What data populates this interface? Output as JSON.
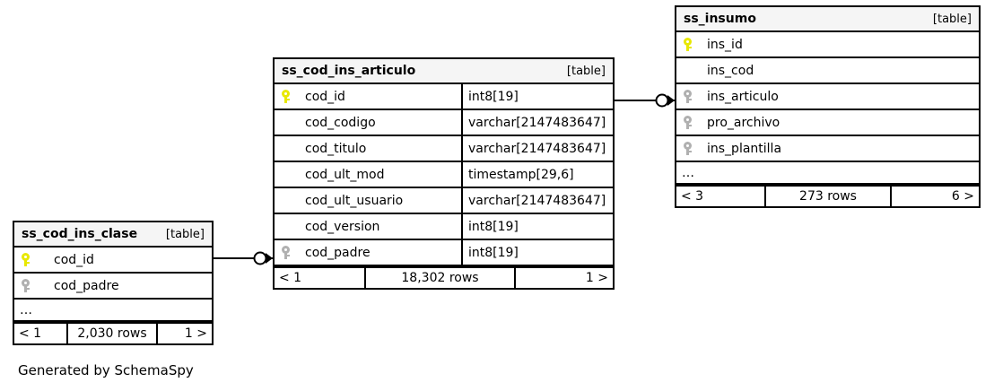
{
  "diagram": {
    "generator_note": "Generated by SchemaSpy",
    "table_tag": "[table]",
    "ellipsis": "…"
  },
  "tables": [
    {
      "id": "ss_cod_ins_clase",
      "name": "ss_cod_ins_clase",
      "tag": "[table]",
      "columns": [
        {
          "name": "cod_id",
          "key": "primary",
          "type": ""
        },
        {
          "name": "cod_padre",
          "key": "foreign",
          "type": ""
        }
      ],
      "has_more": true,
      "more_label": "…",
      "footer": {
        "left": "< 1",
        "middle": "2,030 rows",
        "right": "1 >"
      }
    },
    {
      "id": "ss_cod_ins_articulo",
      "name": "ss_cod_ins_articulo",
      "tag": "[table]",
      "columns": [
        {
          "name": "cod_id",
          "key": "primary",
          "type": "int8[19]"
        },
        {
          "name": "cod_codigo",
          "key": "none",
          "type": "varchar[2147483647]"
        },
        {
          "name": "cod_titulo",
          "key": "none",
          "type": "varchar[2147483647]"
        },
        {
          "name": "cod_ult_mod",
          "key": "none",
          "type": "timestamp[29,6]"
        },
        {
          "name": "cod_ult_usuario",
          "key": "none",
          "type": "varchar[2147483647]"
        },
        {
          "name": "cod_version",
          "key": "none",
          "type": "int8[19]"
        },
        {
          "name": "cod_padre",
          "key": "foreign",
          "type": "int8[19]"
        }
      ],
      "has_more": false,
      "more_label": "",
      "footer": {
        "left": "< 1",
        "middle": "18,302 rows",
        "right": "1 >"
      }
    },
    {
      "id": "ss_insumo",
      "name": "ss_insumo",
      "tag": "[table]",
      "columns": [
        {
          "name": "ins_id",
          "key": "primary",
          "type": ""
        },
        {
          "name": "ins_cod",
          "key": "none",
          "type": ""
        },
        {
          "name": "ins_articulo",
          "key": "foreign",
          "type": ""
        },
        {
          "name": "pro_archivo",
          "key": "foreign",
          "type": ""
        },
        {
          "name": "ins_plantilla",
          "key": "foreign",
          "type": ""
        }
      ],
      "has_more": true,
      "more_label": "…",
      "footer": {
        "left": "< 3",
        "middle": "273 rows",
        "right": "6 >"
      }
    }
  ],
  "relationships": [
    {
      "id": "clase-to-articulo",
      "from_table": "ss_cod_ins_clase",
      "from_column": "cod_id",
      "to_table": "ss_cod_ins_articulo",
      "to_column": "cod_padre",
      "from_marker": "zero-one-circle",
      "to_marker": "crow-foot"
    },
    {
      "id": "articulo-to-insumo",
      "from_table": "ss_cod_ins_articulo",
      "from_column": "cod_id",
      "to_table": "ss_insumo",
      "to_column": "ins_articulo",
      "from_marker": "zero-one-circle",
      "to_marker": "crow-foot"
    }
  ],
  "colors": {
    "primary_key": "#e8e800",
    "foreign_key": "#b0b0b0",
    "border": "#000000",
    "header_bg": "#f5f5f5",
    "background": "#ffffff"
  }
}
